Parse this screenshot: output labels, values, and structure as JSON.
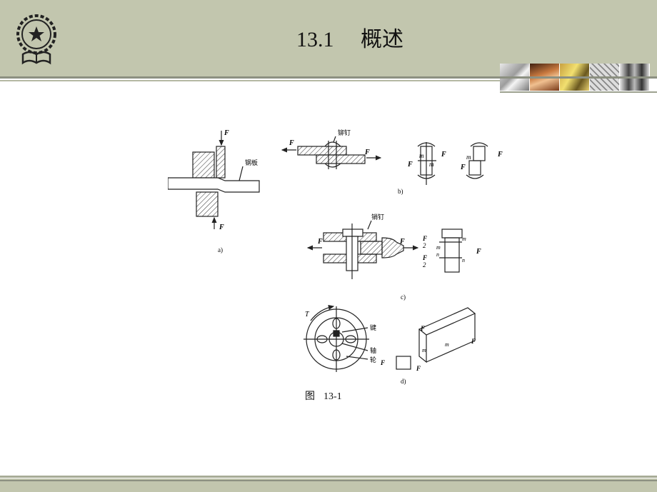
{
  "slide": {
    "title_number": "13.1",
    "title_text": "概述"
  },
  "figure": {
    "labels": {
      "F": "F",
      "steel_plate": "钢板",
      "rivet": "铆钉",
      "pin": "销钉",
      "key": "键",
      "shaft": "轴",
      "wheel": "轮",
      "T": "T",
      "m": "m",
      "n": "n",
      "half": "2",
      "sub_a": "a)",
      "sub_b": "b)",
      "sub_c": "c)",
      "sub_d": "d)"
    },
    "caption_prefix": "图",
    "caption_number": "13-1"
  },
  "icons": {
    "logo": "gear-star-book-emblem-icon",
    "thumbnails": [
      "machine-thumb",
      "hand-thumb",
      "gold-thumb",
      "pattern-thumb",
      "people-thumb"
    ]
  },
  "colors": {
    "header_bg": "#c2c6ae",
    "header_line": "#8c9081"
  }
}
